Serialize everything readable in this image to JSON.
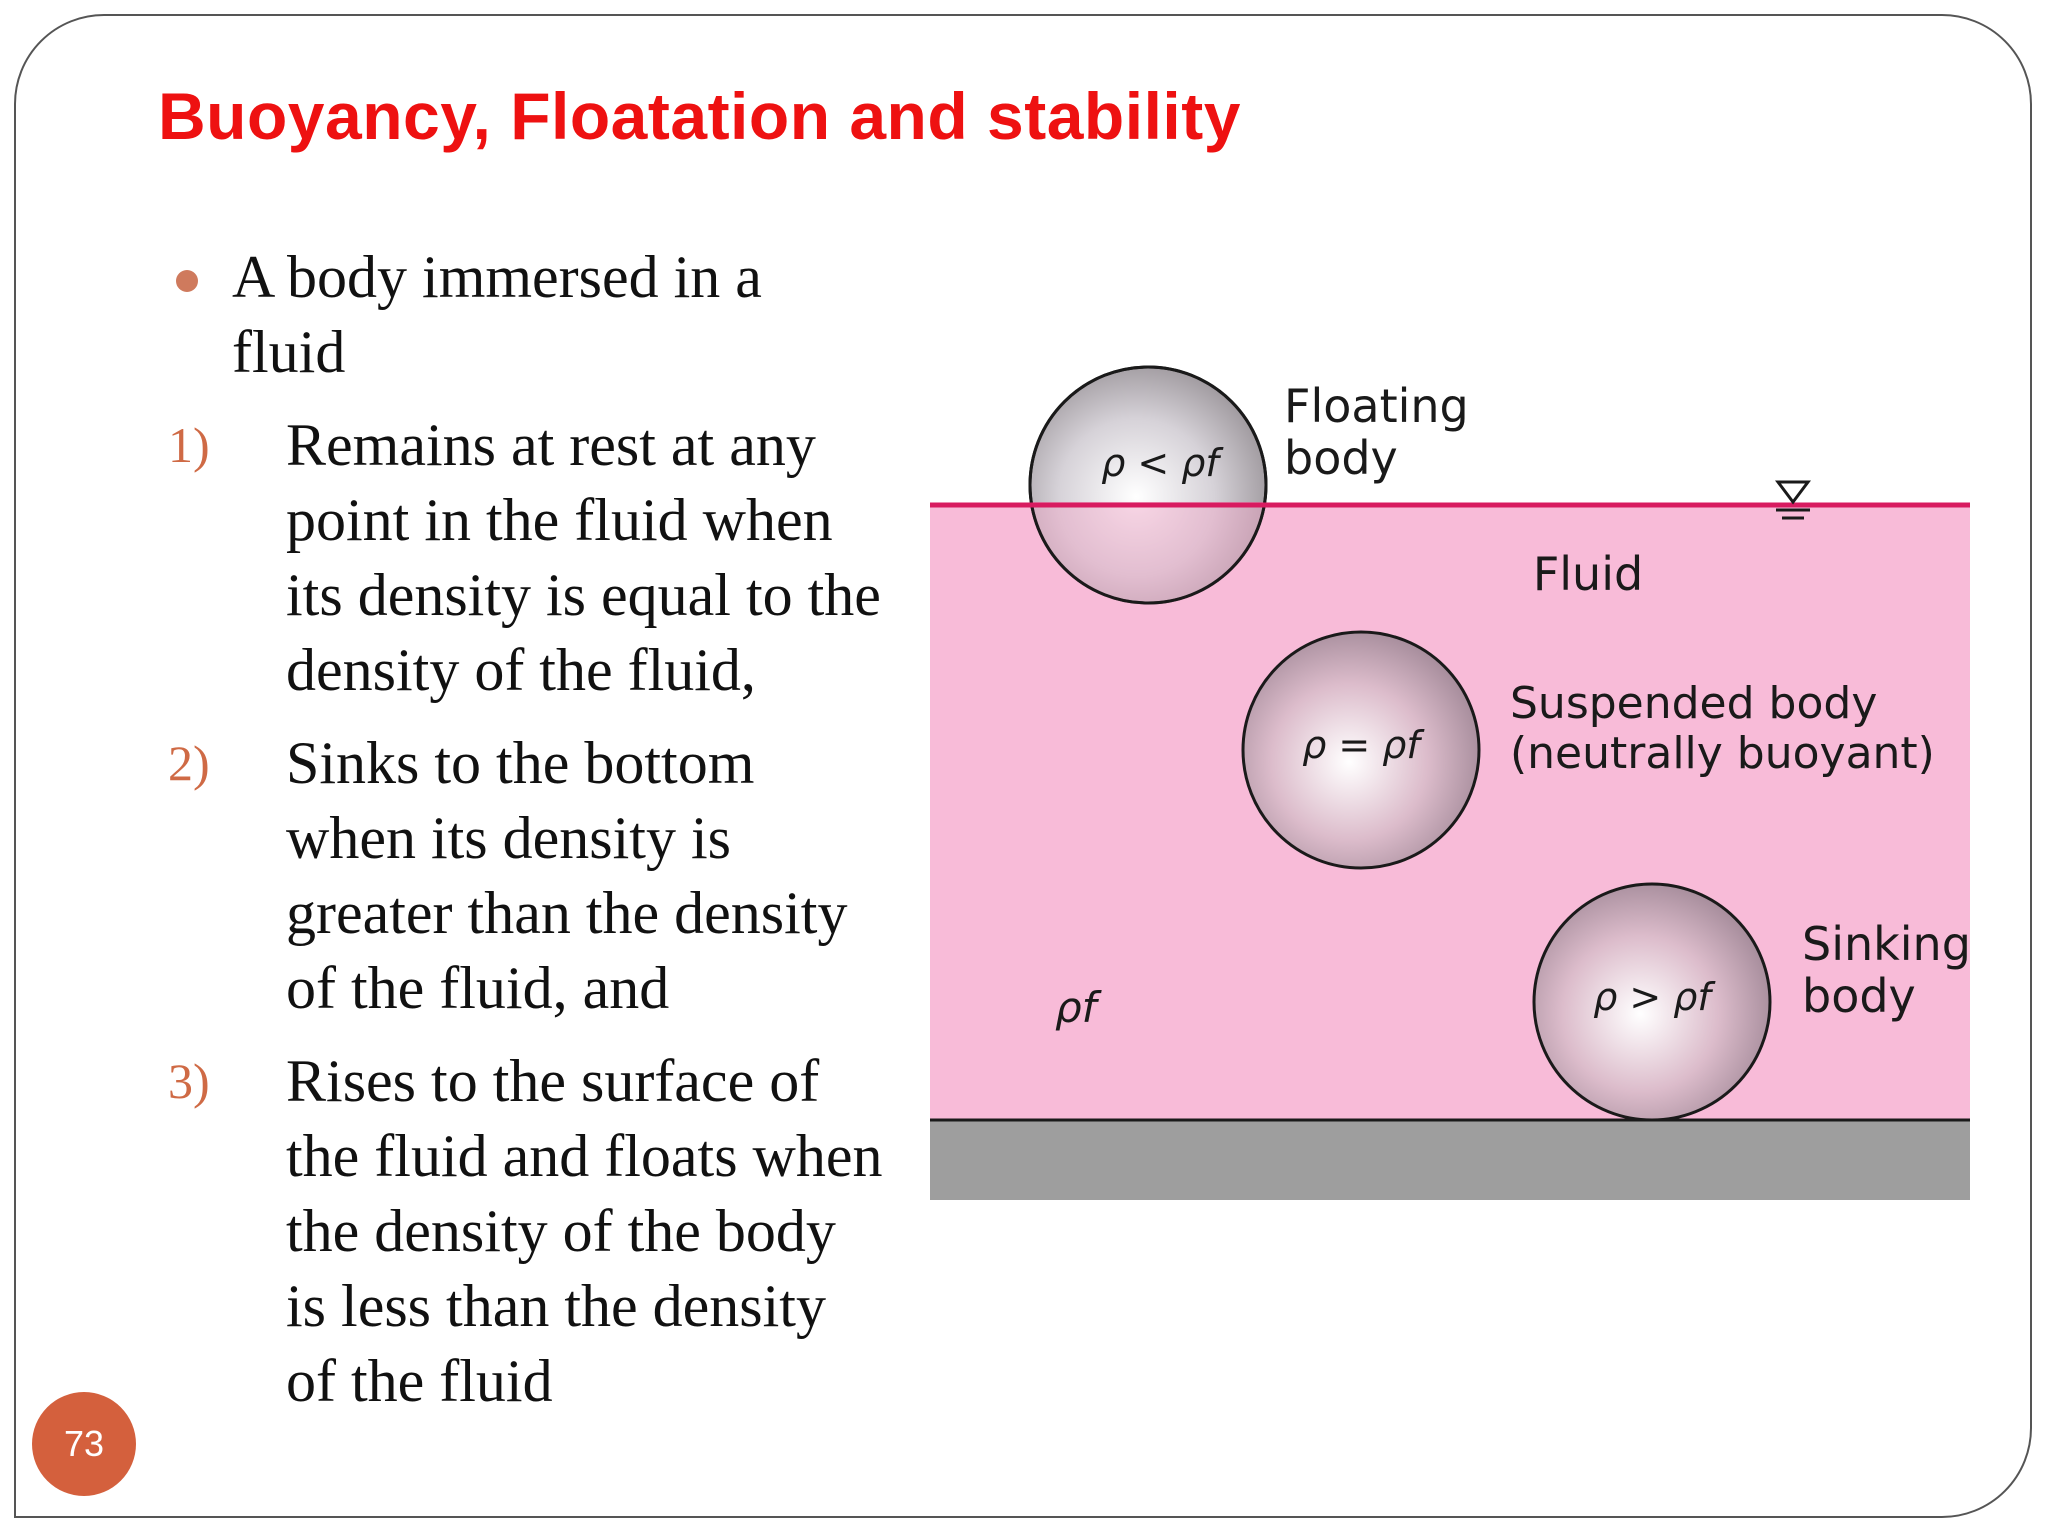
{
  "slide": {
    "title": "Buoyancy, Floatation and stability",
    "intro": "A body immersed in a fluid",
    "items": [
      {
        "number": "1)",
        "text": "Remains at rest at any point in the fluid when its density is equal to the density of the fluid,"
      },
      {
        "number": "2)",
        "text": "Sinks to the bottom when its density is greater than the density of the fluid, and"
      },
      {
        "number": "3)",
        "text": "Rises to the surface of the fluid and floats when the density of the body is less than the density of the fluid"
      }
    ],
    "page_number": "73"
  },
  "figure": {
    "floating_label_line1": "Floating",
    "floating_label_line2": "body",
    "floating_relation": "ρ < ρf",
    "fluid_label": "Fluid",
    "suspended_label_line1": "Suspended body",
    "suspended_label_line2": "(neutrally buoyant)",
    "suspended_relation": "ρ = ρf",
    "sinking_label_line1": "Sinking",
    "sinking_label_line2": "body",
    "sinking_relation": "ρ > ρf",
    "fluid_density": "ρf",
    "colors": {
      "fluid": "#f8bbd8",
      "surface": "#d81b60",
      "floor": "#9e9e9e",
      "title": "#ee1111",
      "accent": "#cf6a45"
    }
  }
}
